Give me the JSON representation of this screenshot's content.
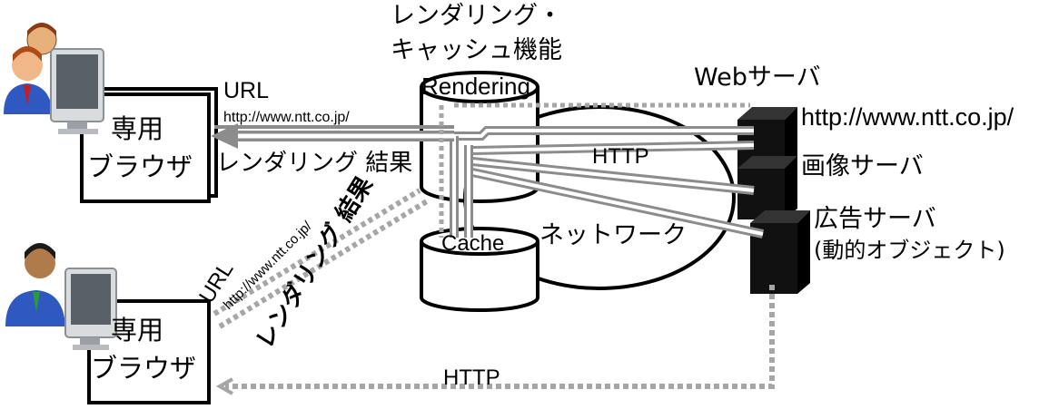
{
  "title_line1": "レンダリング・",
  "title_line2": "キャッシュ機能",
  "rendering_label": "Rendering",
  "cache_label": "Cache",
  "network_label": "ネットワーク",
  "http_top_label": "HTTP",
  "http_bottom_label": "HTTP",
  "web_server_label": "Webサーバ",
  "web_server_url": "http://www.ntt.co.jp/",
  "image_server_label": "画像サーバ",
  "ad_server_label": "広告サーバ",
  "ad_server_sub": "(動的オブジェクト)",
  "top_browser": {
    "line1": "専用",
    "line2": "ブラウザ"
  },
  "bottom_browser": {
    "line1": "専用",
    "line2": "ブラウザ"
  },
  "top_url_label": "URL",
  "top_url_value": "http://www.ntt.co.jp/",
  "top_result_label": "レンダリング 結果",
  "diag_url_label": "URL",
  "diag_url_value": "http://www.ntt.co.jp/",
  "diag_result_label": "レンダリング 結果",
  "colors": {
    "connector_gray": "#8c8c8c",
    "dotted_gray": "#a6a6a6",
    "server_black": "#111111"
  }
}
